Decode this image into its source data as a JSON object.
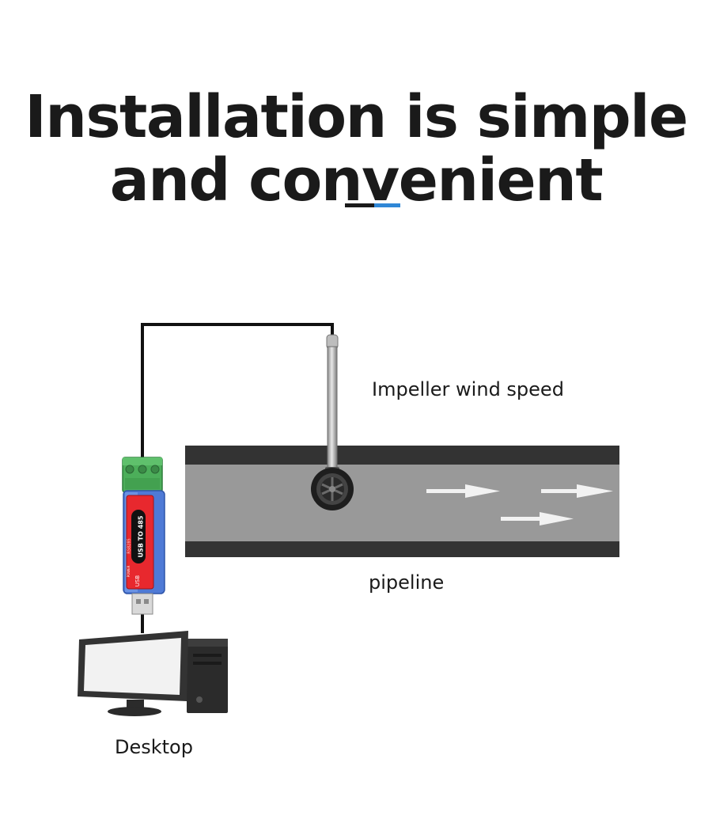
{
  "title": {
    "line1": "Installation is simple",
    "line2": "and convenient"
  },
  "divider": {
    "left_color": "#1a1a1a",
    "right_color": "#2f87d6"
  },
  "labels": {
    "impeller": "Impeller wind speed",
    "pipeline": "pipeline",
    "desktop": "Desktop"
  },
  "converter": {
    "text_main": "USB TO 485",
    "text_brand": "RS8285",
    "text_usb": "USB",
    "text_power": "POWER"
  },
  "colors": {
    "pipe_wall": "#333333",
    "pipe_inner": "#999999",
    "flow_arrow": "#f2f2f2",
    "converter_body": "#e8282e",
    "terminal": "#4cae5a"
  },
  "icons": [
    "usb-to-485-converter-icon",
    "impeller-anemometer-icon",
    "desktop-computer-icon",
    "flow-arrow-icon"
  ]
}
